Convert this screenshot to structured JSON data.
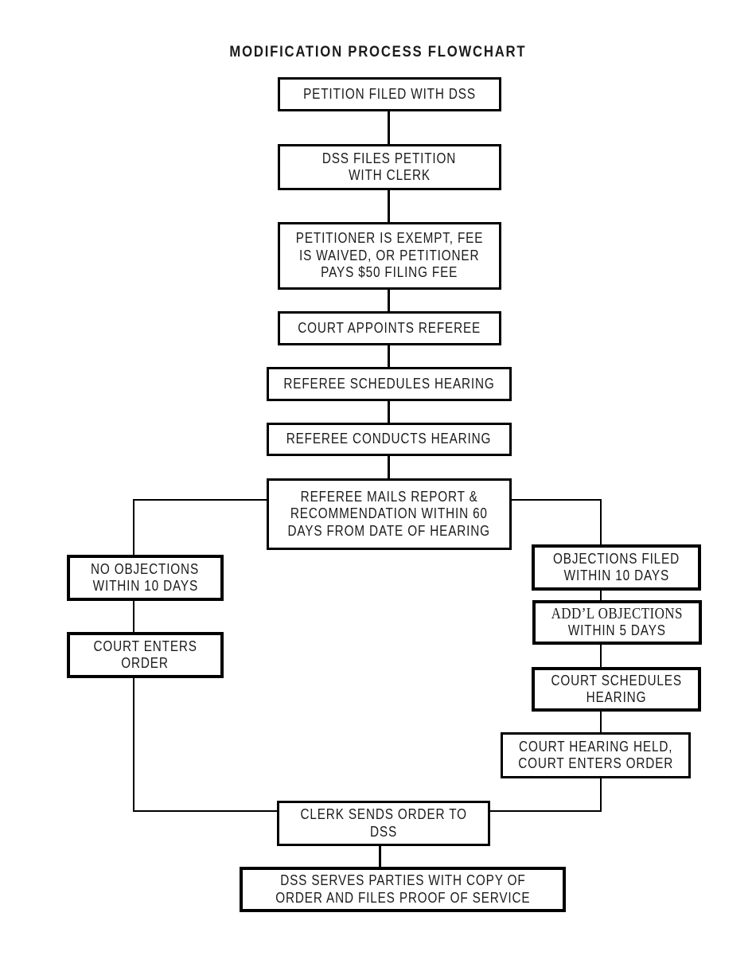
{
  "page": {
    "title": "MODIFICATION PROCESS FLOWCHART"
  },
  "flowchart": {
    "nodes": {
      "petition_filed_with_dss": {
        "lines": [
          "PETITION FILED WITH DSS"
        ]
      },
      "dss_files_petition": {
        "lines": [
          "DSS FILES PETITION",
          "WITH CLERK"
        ]
      },
      "filing_fee": {
        "lines": [
          "PETITIONER IS EXEMPT, FEE",
          "IS WAIVED, OR PETITIONER",
          "PAYS $50 FILING FEE"
        ]
      },
      "court_appoints_referee": {
        "lines": [
          "COURT APPOINTS REFEREE"
        ]
      },
      "referee_schedules_hearing": {
        "lines": [
          "REFEREE SCHEDULES HEARING"
        ]
      },
      "referee_conducts_hearing": {
        "lines": [
          "REFEREE CONDUCTS HEARING"
        ]
      },
      "referee_mails_report": {
        "lines": [
          "REFEREE MAILS REPORT &",
          "RECOMMENDATION WITHIN 60",
          "DAYS FROM DATE OF HEARING"
        ]
      },
      "no_objections": {
        "lines": [
          "NO OBJECTIONS",
          "WITHIN 10 DAYS"
        ]
      },
      "court_enters_order": {
        "lines": [
          "COURT ENTERS",
          "ORDER"
        ]
      },
      "objections_filed": {
        "lines": [
          "OBJECTIONS FILED",
          "WITHIN 10 DAYS"
        ]
      },
      "addl_objections": {
        "lines": [
          "ADD’L OBJECTIONS",
          "WITHIN 5 DAYS"
        ]
      },
      "court_schedules_hearing": {
        "lines": [
          "COURT SCHEDULES",
          "HEARING"
        ]
      },
      "court_hearing_held": {
        "lines": [
          "COURT HEARING HELD,",
          "COURT ENTERS ORDER"
        ]
      },
      "clerk_sends_order": {
        "lines": [
          "CLERK SENDS ORDER TO",
          "DSS"
        ]
      },
      "dss_serves_parties": {
        "lines": [
          "DSS SERVES PARTIES WITH COPY OF",
          "ORDER AND FILES PROOF OF SERVICE"
        ]
      }
    },
    "edges": [
      {
        "from": "petition_filed_with_dss",
        "to": "dss_files_petition"
      },
      {
        "from": "dss_files_petition",
        "to": "filing_fee"
      },
      {
        "from": "filing_fee",
        "to": "court_appoints_referee"
      },
      {
        "from": "court_appoints_referee",
        "to": "referee_schedules_hearing"
      },
      {
        "from": "referee_schedules_hearing",
        "to": "referee_conducts_hearing"
      },
      {
        "from": "referee_conducts_hearing",
        "to": "referee_mails_report"
      },
      {
        "from": "referee_mails_report",
        "to": "no_objections"
      },
      {
        "from": "referee_mails_report",
        "to": "objections_filed"
      },
      {
        "from": "no_objections",
        "to": "court_enters_order"
      },
      {
        "from": "court_enters_order",
        "to": "clerk_sends_order"
      },
      {
        "from": "objections_filed",
        "to": "addl_objections"
      },
      {
        "from": "addl_objections",
        "to": "court_schedules_hearing"
      },
      {
        "from": "court_schedules_hearing",
        "to": "court_hearing_held"
      },
      {
        "from": "court_hearing_held",
        "to": "clerk_sends_order"
      },
      {
        "from": "clerk_sends_order",
        "to": "dss_serves_parties"
      }
    ],
    "colors": {
      "line": "#000000",
      "text": "#1b1b1b",
      "background": "#ffffff"
    }
  }
}
